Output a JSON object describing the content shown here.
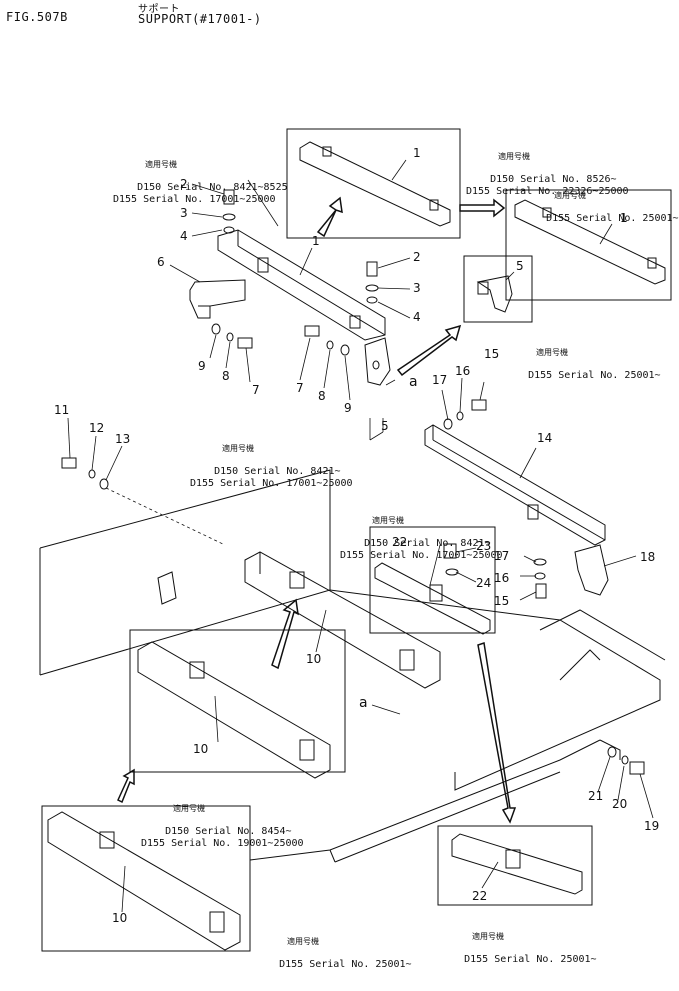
{
  "header": {
    "fig": "FIG.507B",
    "kana": "サポート",
    "title": "SUPPORT(#17001-)"
  },
  "serial_notes": [
    {
      "kana": "適用号機",
      "lines": [
        "D150 Serial No. 8421~8525",
        "D155 Serial No. 17001~25000"
      ]
    },
    {
      "kana": "適用号機",
      "lines": [
        "D150 Serial No. 8526~",
        "D155 Serial No. 22326~25000"
      ]
    },
    {
      "kana": "適用号機",
      "lines": [
        "D155 Serial No. 25001~"
      ]
    },
    {
      "kana": "適用号機",
      "lines": [
        "D155 Serial No. 25001~"
      ]
    },
    {
      "kana": "適用号機",
      "lines": [
        "D150 Serial No. 8421~",
        "D155 Serial No. 17001~25000"
      ]
    },
    {
      "kana": "適用号機",
      "lines": [
        "D150 Serial No. 8421~",
        "D155 Serial No. 17001~25000"
      ]
    },
    {
      "kana": "適用号機",
      "lines": [
        "D150 Serial No. 8454~",
        "D155 Serial No. 19001~25000"
      ]
    },
    {
      "kana": "適用号機",
      "lines": [
        "D155 Serial No. 25001~"
      ]
    },
    {
      "kana": "適用号機",
      "lines": [
        "D155 Serial No. 25001~"
      ]
    }
  ],
  "callouts": [
    "1",
    "1",
    "1",
    "2",
    "3",
    "4",
    "2",
    "3",
    "4",
    "5",
    "5",
    "6",
    "7",
    "7",
    "8",
    "8",
    "9",
    "9",
    "a",
    "a",
    "11",
    "12",
    "13",
    "14",
    "15",
    "16",
    "17",
    "15",
    "16",
    "17",
    "18",
    "22",
    "23",
    "24",
    "10",
    "10",
    "10",
    "19",
    "20",
    "21",
    "22"
  ]
}
